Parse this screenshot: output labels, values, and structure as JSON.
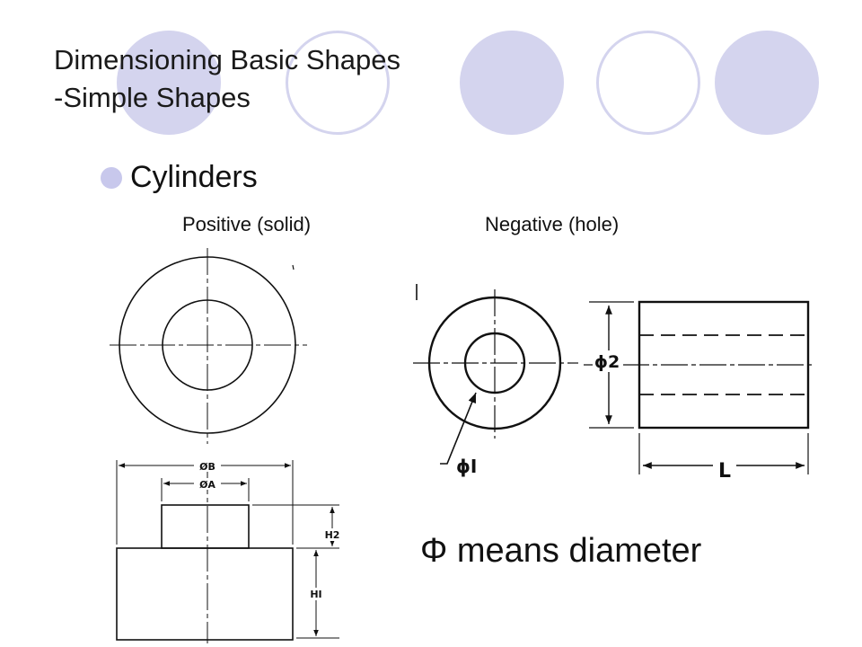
{
  "slide": {
    "title_line1": "Dimensioning Basic Shapes",
    "title_line2": "-Simple Shapes",
    "bullet": "Cylinders",
    "label_positive": "Positive (solid)",
    "label_negative": "Negative (hole)",
    "note": "Φ means diameter"
  },
  "drawing_labels": {
    "dia_b": "ØB",
    "dia_a": "ØA",
    "h2": "H2",
    "h1": "HI",
    "phi1": "ϕI",
    "phi2": "ϕ2",
    "length": "L"
  },
  "colors": {
    "accent": "#d4d4ee",
    "bullet": "#c8c8ec",
    "text": "#111111"
  }
}
